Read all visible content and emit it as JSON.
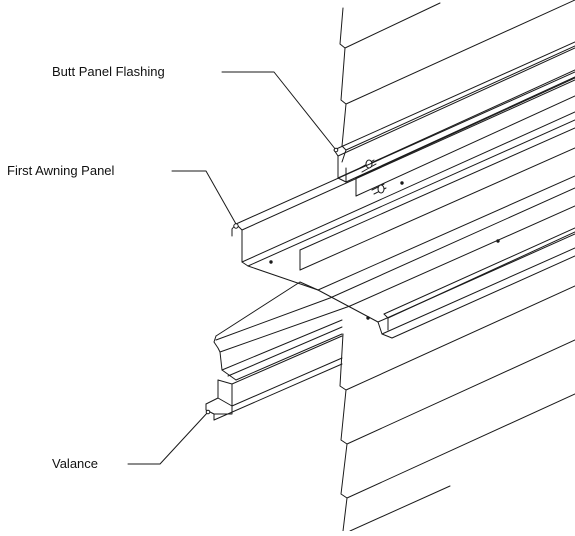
{
  "labels": {
    "butt_panel_flashing": "Butt Panel Flashing",
    "first_awning_panel": "First Awning Panel",
    "valance": "Valance"
  },
  "colors": {
    "line": "#1a1a1a",
    "background": "#ffffff"
  }
}
